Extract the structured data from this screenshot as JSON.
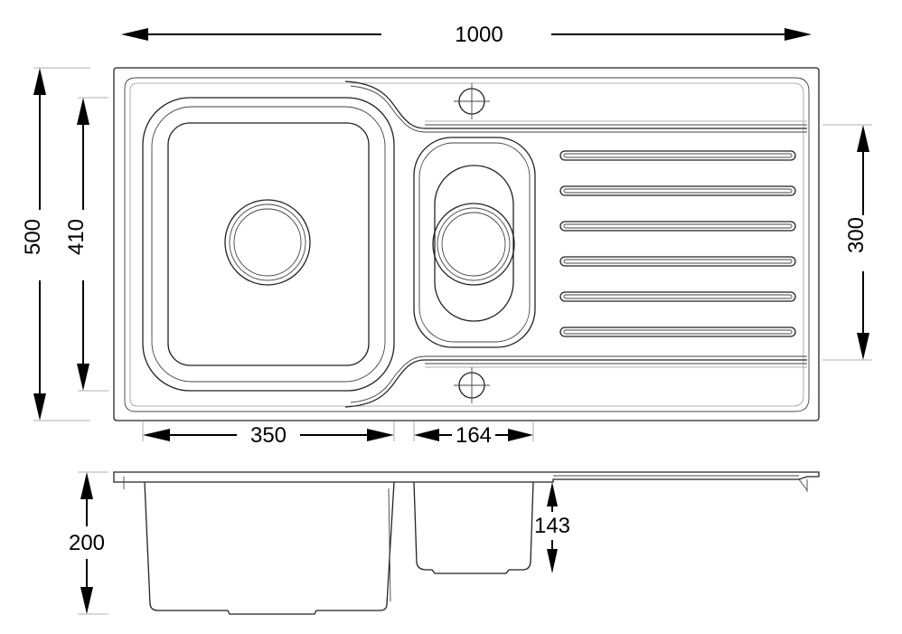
{
  "dimensions": {
    "overall_width": "1000",
    "overall_depth": "500",
    "bowl_depth_outer": "410",
    "drainer_width": "300",
    "main_bowl_width": "350",
    "half_bowl_width": "164",
    "main_bowl_height": "200",
    "half_bowl_height": "143"
  }
}
